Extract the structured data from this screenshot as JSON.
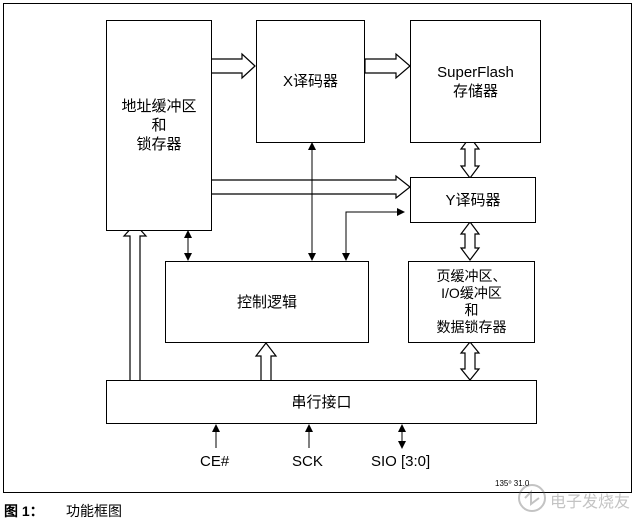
{
  "diagram": {
    "blocks": {
      "address_buffer": "地址缓冲区\n和\n锁存器",
      "x_decoder": "X译码器",
      "superflash": "SuperFlash\n存储器",
      "y_decoder": "Y译码器",
      "control_logic": "控制逻辑",
      "page_buffer": "页缓冲区、\nI/O缓冲区\n和\n数据锁存器",
      "serial_interface": "串行接口"
    },
    "signals": {
      "ce": "CE#",
      "sck": "SCK",
      "sio": "SIO [3:0]"
    },
    "figure_code": "135⁰ 31.0",
    "caption_label": "图 1：",
    "caption_text": "功能框图",
    "watermark": "电子发烧友"
  }
}
